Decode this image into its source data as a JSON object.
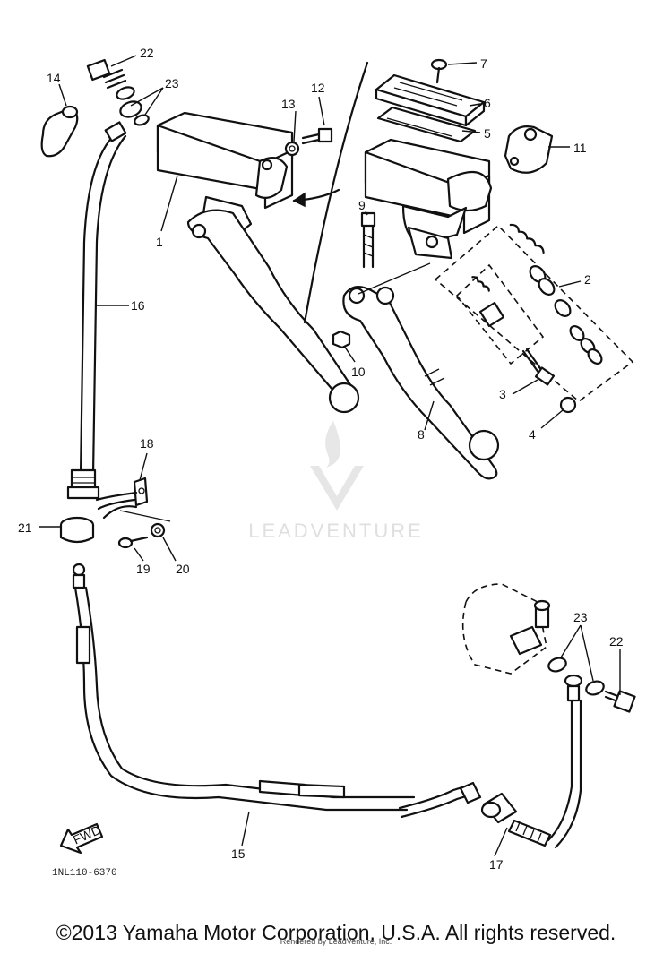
{
  "diagram": {
    "callouts": [
      "1",
      "2",
      "3",
      "4",
      "5",
      "6",
      "7",
      "8",
      "9",
      "10",
      "11",
      "12",
      "13",
      "14",
      "15",
      "16",
      "17",
      "18",
      "19",
      "20",
      "21",
      "22",
      "23"
    ],
    "drawing_code": "1NL110-6370",
    "fwd_label": "FWD",
    "watermark": "LEADVENTURE"
  },
  "footer": {
    "copyright": "©2013 Yamaha Motor Corporation, U.S.A. All rights reserved.",
    "rendered_by": "Rendered by LeadVenture, Inc."
  }
}
